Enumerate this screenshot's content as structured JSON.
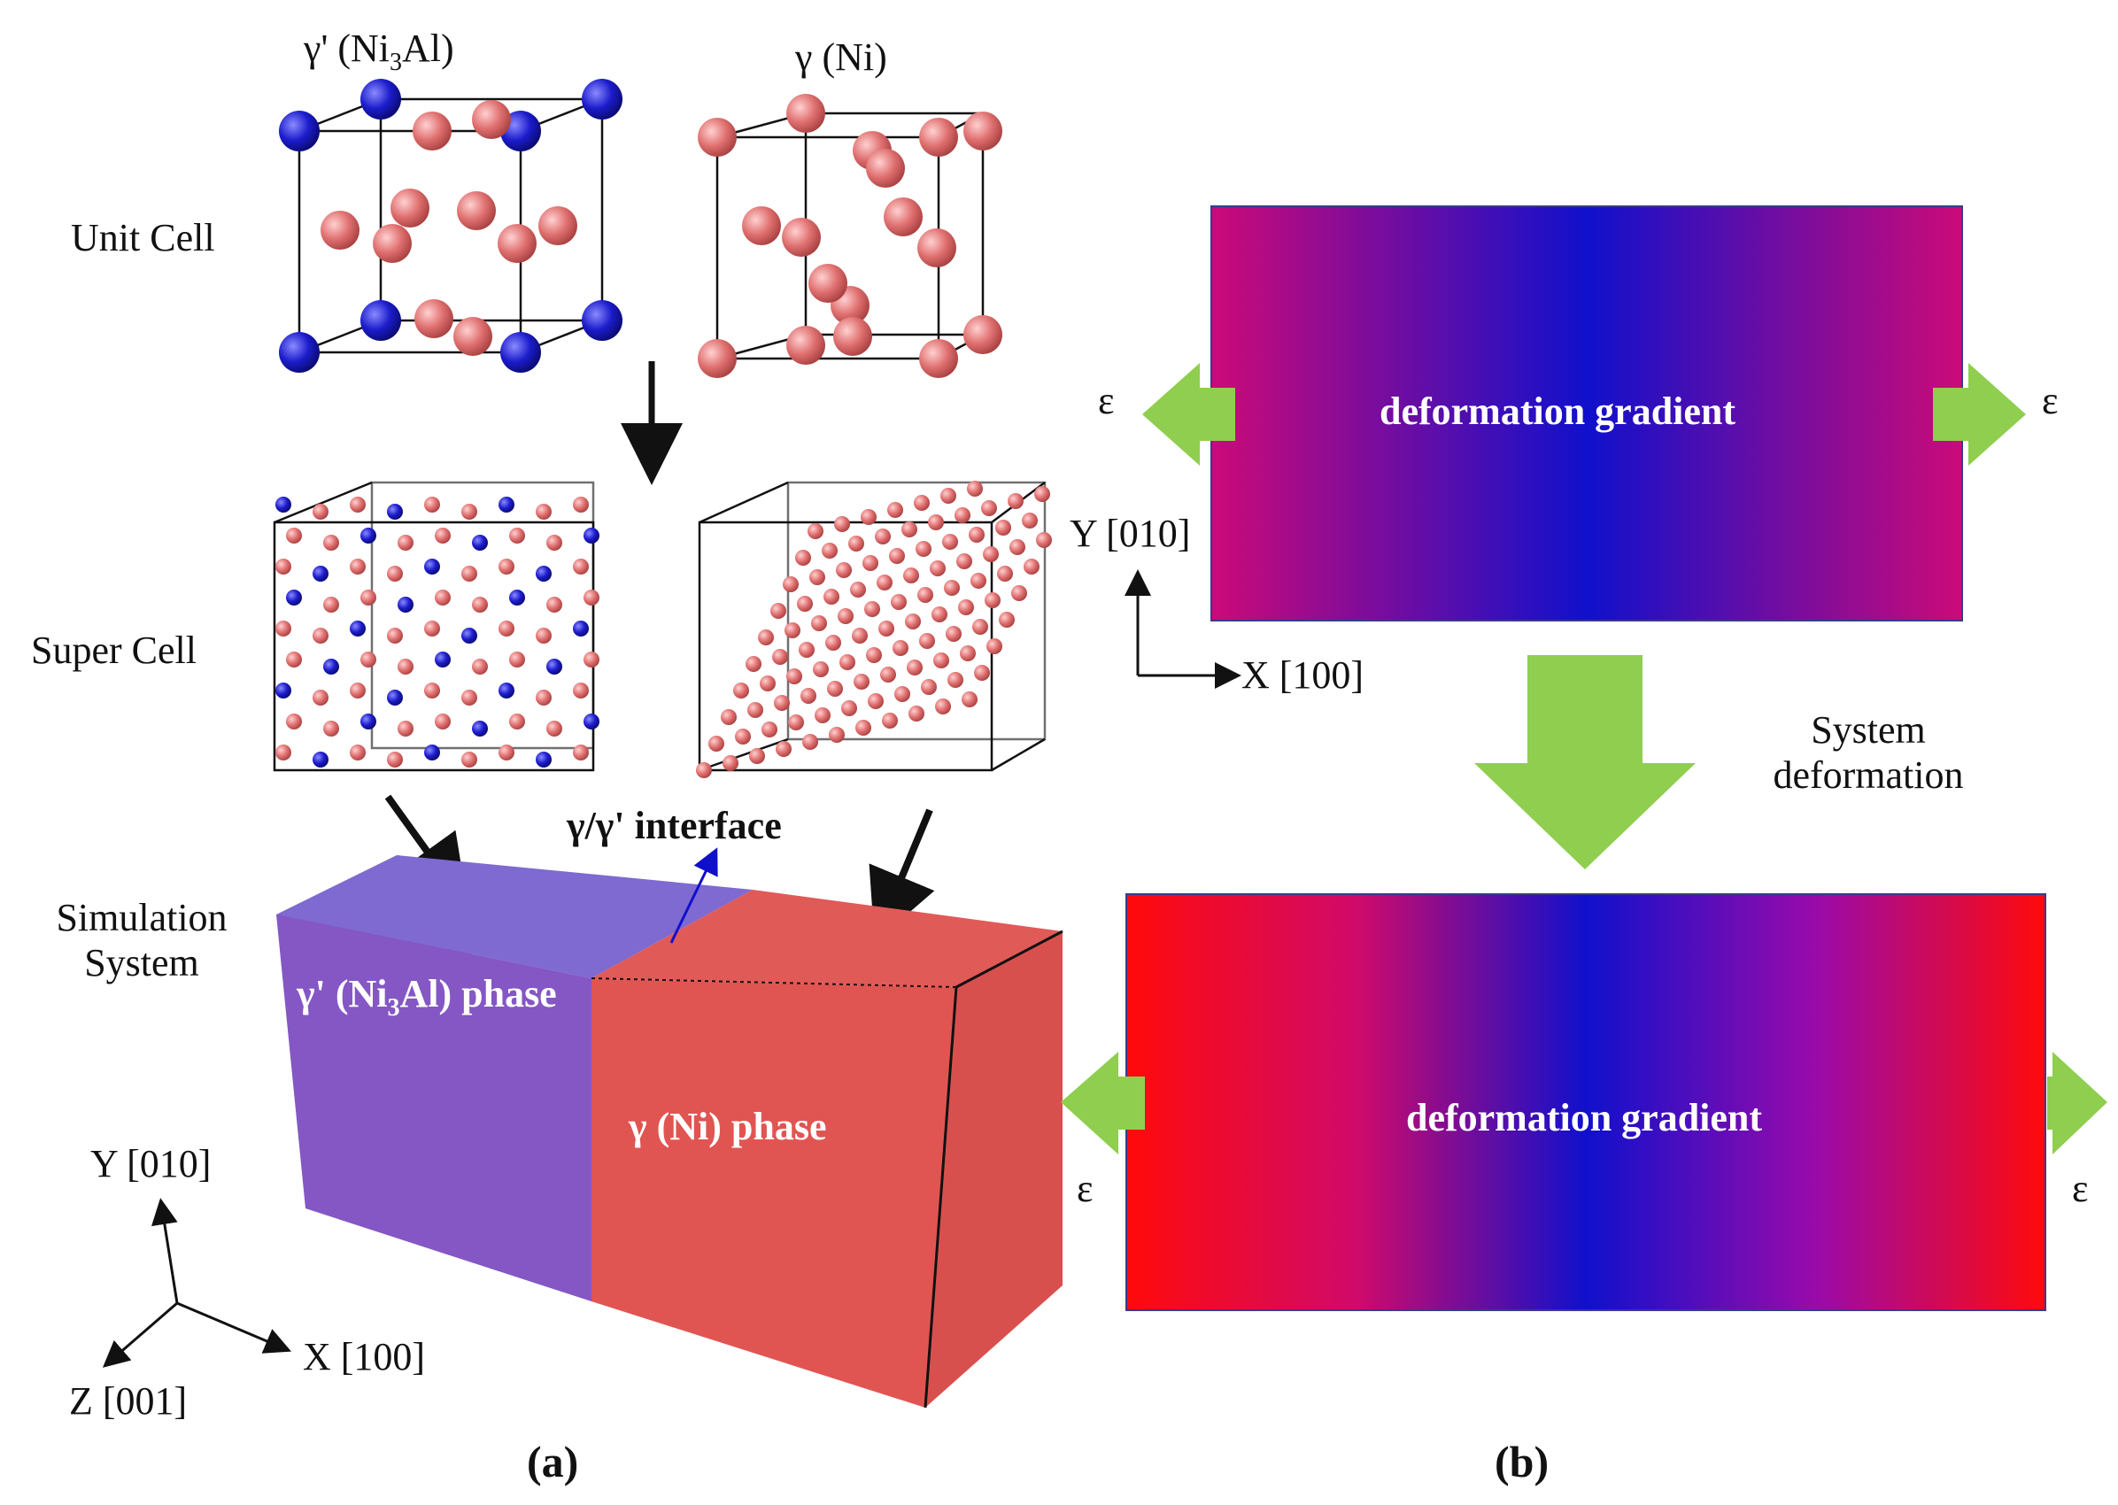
{
  "panel_a": {
    "title": "(a)",
    "row_labels": {
      "unit_cell": "Unit Cell",
      "super_cell": "Super Cell",
      "simulation_line1": "Simulation",
      "simulation_line2": "System"
    },
    "phase_left": {
      "symbol": "γ'",
      "formula_pre": "(Ni",
      "formula_sub": "3",
      "formula_post": "Al)"
    },
    "phase_right": {
      "label": "γ (Ni)"
    },
    "interface_label": "γ/γ' interface",
    "block_left_label": {
      "symbol": "γ'",
      "formula_pre": "(Ni",
      "formula_sub": "3",
      "formula_post": "Al) phase"
    },
    "block_right_label": "γ (Ni) phase",
    "axes": {
      "y": "Y [010]",
      "x": "X [100]",
      "z": "Z [001]"
    }
  },
  "panel_b": {
    "title": "(b)",
    "top_box_label": "deformation gradient",
    "bottom_box_label": "deformation gradient",
    "strain_symbol": "ε",
    "arrow_label_line1": "System",
    "arrow_label_line2": "deformation",
    "axes": {
      "y": "Y [010]",
      "x": "X [100]"
    }
  },
  "colors": {
    "ni_atom": "#e07070",
    "al_atom": "#1c1ccc",
    "gamma_prime_block": "#7a5cc0",
    "gamma_block": "#e0524f",
    "green_arrow": "#8fce4f",
    "gradient_center": "#1010cc",
    "gradient_edge_top": "#cc0a78",
    "gradient_edge_bottom": "#ff0a0a"
  }
}
